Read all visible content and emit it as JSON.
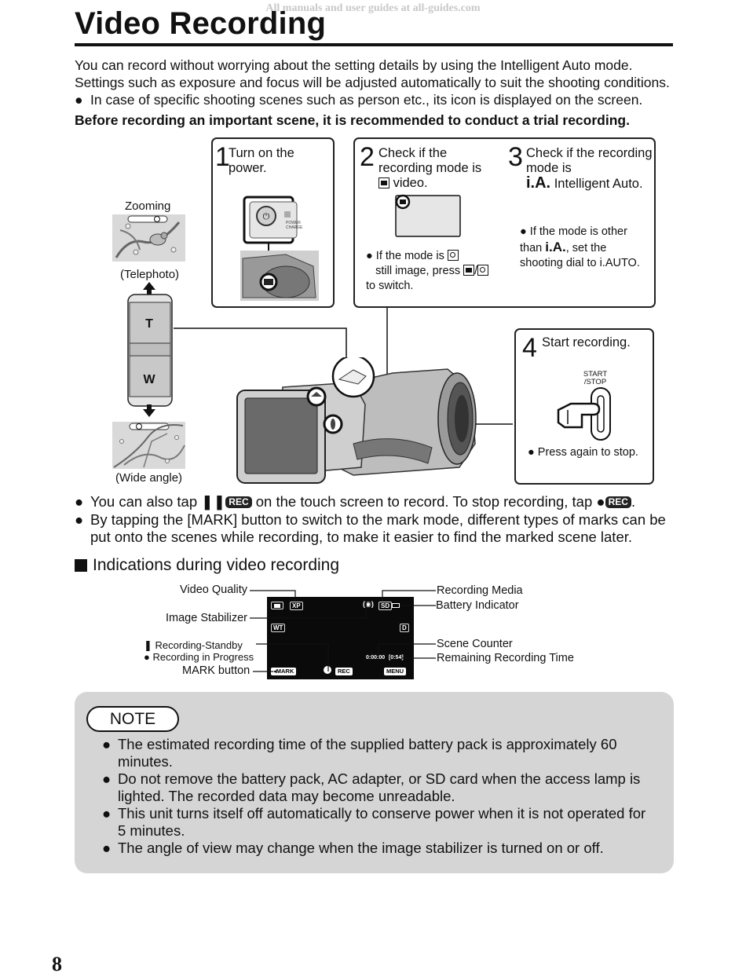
{
  "watermark": "All manuals and user guides at all-guides.com",
  "title": "Video Recording",
  "intro": {
    "line1": "You can record without worrying about the setting details by using the Intelligent Auto mode. Settings such as exposure and focus will be adjusted automatically to suit the shooting conditions.",
    "bullet": "In case of specific shooting scenes such as person etc., its icon is displayed on the screen.",
    "bold": "Before recording an important scene, it is recommended to conduct a trial recording."
  },
  "zoom": {
    "label": "Zooming",
    "telephoto": "(Telephoto)",
    "wide": "(Wide angle)",
    "t": "T",
    "w": "W"
  },
  "steps": {
    "s1": {
      "num": "1",
      "text": "Turn on the power.",
      "power_label": "POWER/CHARGE"
    },
    "s2": {
      "num": "2",
      "text_a": "Check if the recording mode is",
      "text_b": "video.",
      "note_a": "If the mode is",
      "note_b": "still image, press",
      "note_c": "to switch."
    },
    "s3": {
      "num": "3",
      "text_a": "Check if the recording mode is",
      "ia": "i.A.",
      "text_b": "Intelligent Auto.",
      "note_a": "If the mode is other than",
      "note_b": ", set the shooting dial to i.AUTO."
    },
    "s4": {
      "num": "4",
      "text": "Start recording.",
      "button_label": "START\n/STOP",
      "note": "Press again to stop."
    }
  },
  "mid_bullets": {
    "b1_a": "You can also tap",
    "b1_b": "on the touch screen to record. To stop recording, tap",
    "rec": "REC",
    "b2": "By tapping the [MARK] button to switch to the mark mode, different types of marks can be put onto the scenes while recording, to make it easier to find the marked scene later."
  },
  "indications": {
    "heading": "Indications during video recording",
    "left": {
      "video_quality": "Video Quality",
      "image_stabilizer": "Image Stabilizer",
      "standby": "Recording-Standby",
      "in_progress": "Recording in Progress",
      "mark_button": "MARK button"
    },
    "right": {
      "recording_media": "Recording Media",
      "battery": "Battery Indicator",
      "scene_counter": "Scene Counter",
      "remaining": "Remaining Recording Time"
    },
    "screen": {
      "xp": "XP",
      "sd": "SD",
      "wt": "WT",
      "d": "D",
      "counter": "0:00:00",
      "remaining": "[0:54]",
      "mark": "MARK",
      "rec": "REC",
      "menu": "MENU"
    }
  },
  "note": {
    "title": "NOTE",
    "items": [
      "The estimated recording time of the supplied battery pack is approximately 60 minutes.",
      "Do not remove the battery pack, AC adapter, or SD card when the access lamp is lighted. The recorded data may become unreadable.",
      "This unit turns itself off automatically to conserve power when it is not operated for 5 minutes.",
      "The angle of view may change when the image stabilizer is turned on or off."
    ]
  },
  "page_number": "8"
}
